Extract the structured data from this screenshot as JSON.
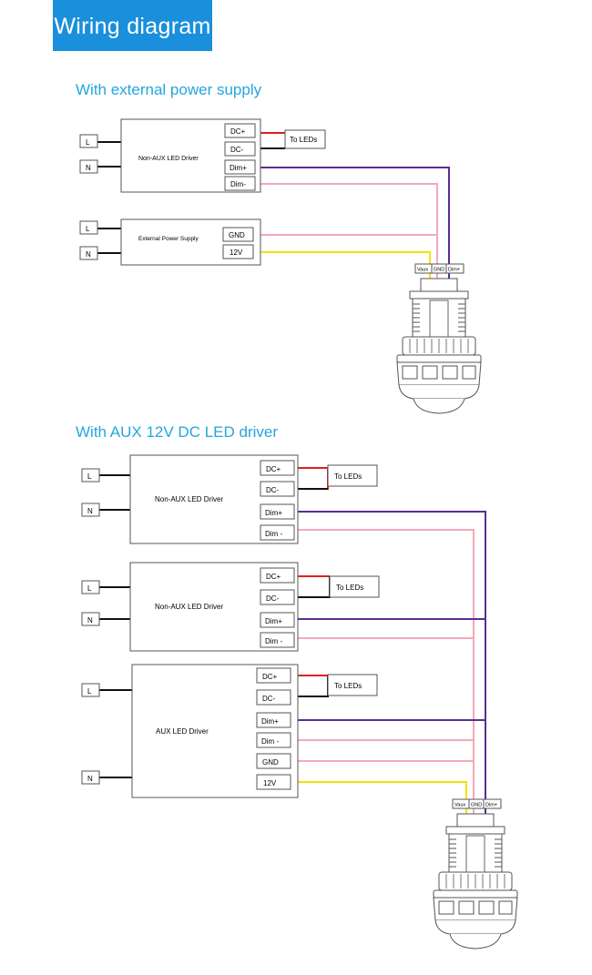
{
  "header": {
    "title": "Wiring diagram"
  },
  "sections": [
    {
      "title": "With external power supply",
      "drivers": [
        {
          "name": "Non-AUX  LED  Driver",
          "inputs": [
            "L",
            "N"
          ],
          "terminals": [
            "DC+",
            "DC-",
            "Dim+",
            "Dim-"
          ],
          "to_leds": "To LEDs"
        },
        {
          "name": "External Power Supply",
          "inputs": [
            "L",
            "N"
          ],
          "terminals": [
            "GND",
            "12V"
          ]
        }
      ],
      "sensor_pins": [
        "Vaux",
        "GND",
        "Dim+"
      ]
    },
    {
      "title": "With AUX 12V DC  LED driver",
      "drivers": [
        {
          "name": "Non-AUX  LED Driver",
          "inputs": [
            "L",
            "N"
          ],
          "terminals": [
            "DC+",
            "DC-",
            "Dim+",
            "Dim -"
          ],
          "to_leds": "To LEDs"
        },
        {
          "name": "Non-AUX  LED Driver",
          "inputs": [
            "L",
            "N"
          ],
          "terminals": [
            "DC+",
            "DC-",
            "Dim+",
            "Dim -"
          ],
          "to_leds": "To LEDs"
        },
        {
          "name": "AUX  LED Driver",
          "inputs": [
            "L",
            "N"
          ],
          "terminals": [
            "DC+",
            "DC-",
            "Dim+",
            "Dim -",
            "GND",
            "12V"
          ],
          "to_leds": "To LEDs"
        }
      ],
      "sensor_pins": [
        "Vaux",
        "GND",
        "Dim+"
      ]
    }
  ],
  "colors": {
    "dc_plus": "#e02020",
    "dc_minus": "#111111",
    "dim_plus": "#5b2c91",
    "dim_minus": "#f4a9b8",
    "gnd": "#f4a9b8",
    "v12": "#f2e400",
    "banner": "#1a8fdb",
    "section_title": "#22a7dd"
  }
}
